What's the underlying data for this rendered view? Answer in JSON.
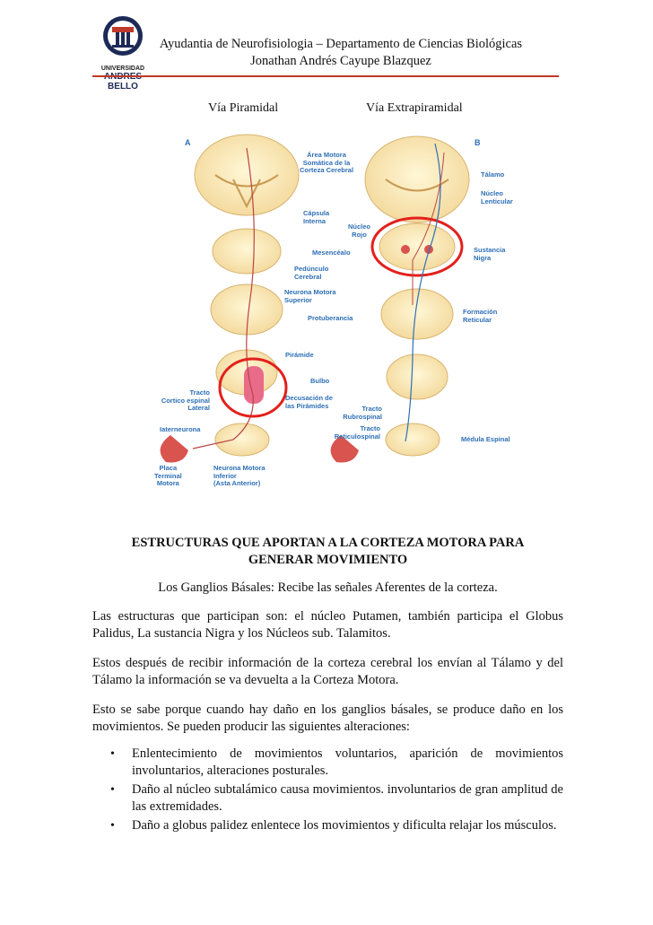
{
  "header": {
    "logo_university": "UNIVERSIDAD",
    "logo_name": "ANDRES BELLO",
    "line1": "Ayudantia de Neurofisiologia – Departamento de Ciencias Biológicas",
    "line2": "Jonathan Andrés Cayupe Blazquez",
    "rule_color": "#c0392b"
  },
  "figure": {
    "title_left": "Vía Piramidal",
    "title_right": "Vía Extrapiramidal",
    "panel_a": "A",
    "panel_b": "B",
    "labels": {
      "area_motora": [
        "Área Motora",
        "Somática de la",
        "Corteza Cerebral"
      ],
      "capsula": [
        "Cápsula",
        "Interna"
      ],
      "mesencefalo": "Mesencéalo",
      "pedunculo": [
        "Pedúnculo",
        "Cerebral"
      ],
      "neurona_sup": [
        "Neurona Motora",
        "Superior"
      ],
      "protuberancia": "Protuberancia",
      "piramide": "Pirámide",
      "bulbo": "Bulbo",
      "decusacion": [
        "Decusación de",
        "las Pirámides"
      ],
      "tracto_cortico": [
        "Tracto",
        "Cortico espinal",
        "Lateral"
      ],
      "interneurona": "Iaterneurona",
      "placa": [
        "Placa",
        "Terminal",
        "Motora"
      ],
      "neurona_inf": [
        "Neurona Motora",
        "Inferior",
        "(Asta Anterior)"
      ],
      "talamo": "Tálamo",
      "nucleo_lenticular": [
        "Núcleo",
        "Lenticular"
      ],
      "nucleo_rojo": [
        "Núcleo",
        "Rojo"
      ],
      "sustancia_nigra": [
        "Sustancia",
        "Nigra"
      ],
      "formacion_reticular": [
        "Formación",
        "Reticular"
      ],
      "tracto_rubro": [
        "Tracto",
        "Rubrospinal"
      ],
      "tracto_reticulo": [
        "Tracto",
        "Reticulospinal"
      ],
      "medula": "Médula  Espinal"
    },
    "highlight_color": "#e3201b",
    "label_color": "#2e6fb5"
  },
  "section": {
    "title_line1": "ESTRUCTURAS QUE APORTAN A LA CORTEZA MOTORA PARA",
    "title_line2": "GENERAR MOVIMIENTO",
    "subtitle": "Los Ganglios Básales: Recibe las señales Aferentes de la corteza.",
    "p1": "Las estructuras que participan son: el núcleo Putamen, también participa el Globus Palidus, La sustancia Nigra y los Núcleos sub. Talamitos.",
    "p2": "Estos después de recibir información de la corteza cerebral los envían al Tálamo y del Tálamo la información se va devuelta a la Corteza Motora.",
    "p3": "Esto se sabe porque cuando hay daño en los ganglios básales, se produce daño en los movimientos. Se pueden producir las siguientes alteraciones:",
    "bullets": [
      "Enlentecimiento de movimientos voluntarios, aparición de movimientos involuntarios, alteraciones posturales.",
      "Daño al núcleo subtalámico causa movimientos. involuntarios de gran amplitud de las extremidades.",
      " Daño a globus palidez enlentece los movimientos y dificulta relajar los músculos."
    ],
    "bullet_symbol": "•"
  }
}
